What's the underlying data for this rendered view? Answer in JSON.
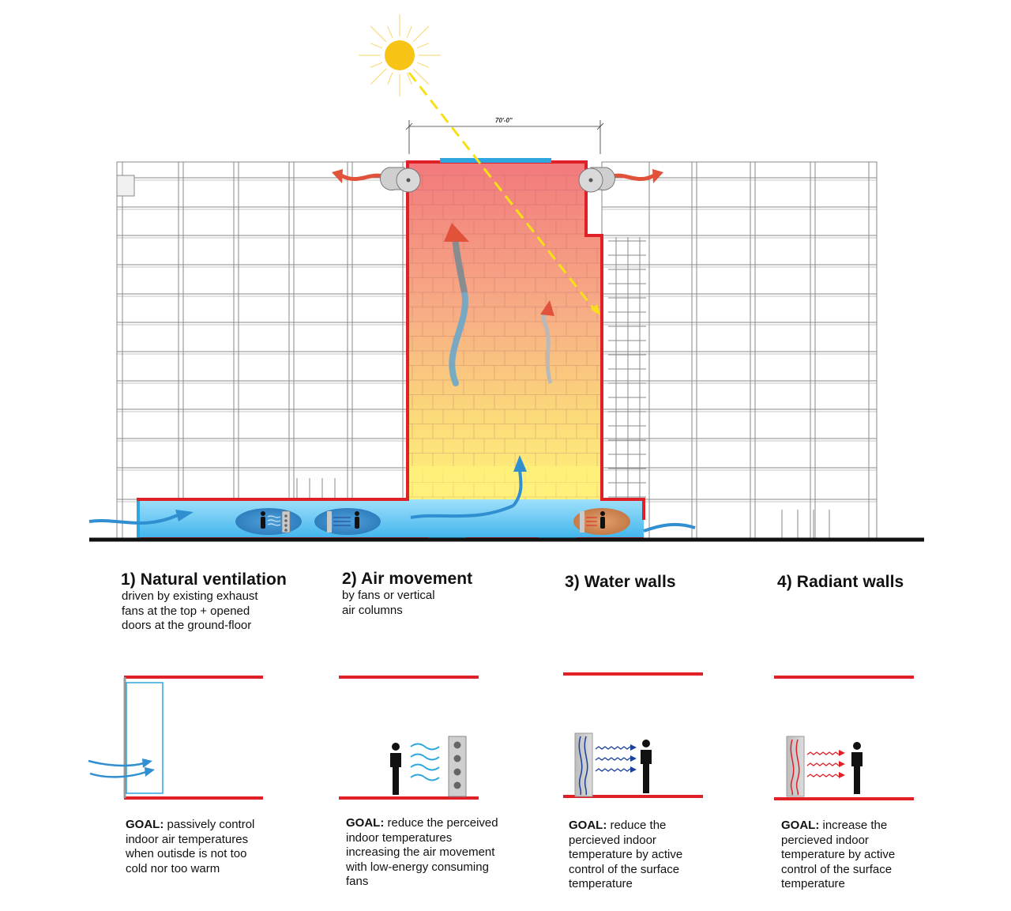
{
  "dimension_label": "70'-0\"",
  "colors": {
    "red": "#e02027",
    "blue_water": "#57c6ee",
    "sun": "#f7c415",
    "line": "#8a8a8a",
    "text": "#111111"
  },
  "strategies": [
    {
      "heading": "1) Natural ventilation",
      "desc": [
        "driven by existing exhaust",
        "fans at the top + opened",
        "doors at the ground-floor"
      ],
      "goal_label": "GOAL:",
      "goal_lines": [
        " passively control",
        "indoor air temperatures",
        "when outisde is not too",
        "cold nor too warm"
      ]
    },
    {
      "heading": "2) Air movement",
      "desc": [
        "by fans or vertical",
        "air columns"
      ],
      "goal_label": "GOAL:",
      "goal_lines": [
        " reduce the perceived",
        "indoor temperatures",
        "increasing the air movement",
        "with low-energy consuming",
        "fans"
      ]
    },
    {
      "heading": "3) Water walls",
      "desc": [],
      "goal_label": "GOAL:",
      "goal_lines": [
        " reduce the",
        "percieved indoor",
        "temperature by active",
        "control of the surface",
        "temperature"
      ]
    },
    {
      "heading": "4) Radiant walls",
      "desc": [],
      "goal_label": "GOAL:",
      "goal_lines": [
        " increase the",
        "percieved indoor",
        "temperature by active",
        "control of the surface",
        "temperature"
      ]
    }
  ]
}
